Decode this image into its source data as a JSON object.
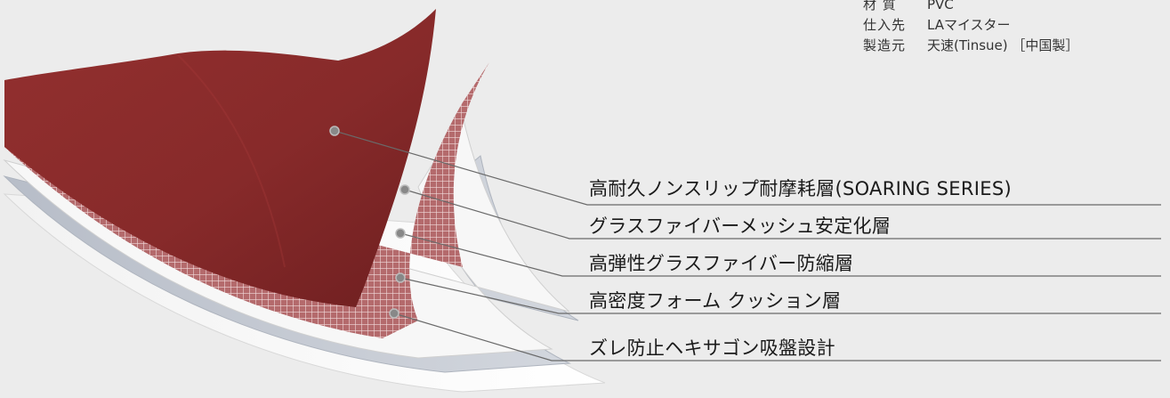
{
  "specs": [
    {
      "key": "材 質",
      "value": "PVC"
    },
    {
      "key": "仕入先",
      "value": "LAマイスター"
    },
    {
      "key": "製造元",
      "value": "天速(Tinsue) ［中国製］"
    }
  ],
  "layers": [
    {
      "label": "高耐久ノンスリップ耐摩耗層(SOARING SERIES)"
    },
    {
      "label": "グラスファイバーメッシュ安定化層"
    },
    {
      "label": "高弾性グラスファイバー防縮層"
    },
    {
      "label": "高密度フォーム クッション層"
    },
    {
      "label": "ズレ防止ヘキサゴン吸盤設計"
    }
  ],
  "colors": {
    "top_layer": "#8b2a2b",
    "mesh_layer": "#b56a6c",
    "fiber_layer": "#f4f4f4",
    "foam_layer": "#c3c8d2",
    "base_layer": "#f6f6f6"
  }
}
